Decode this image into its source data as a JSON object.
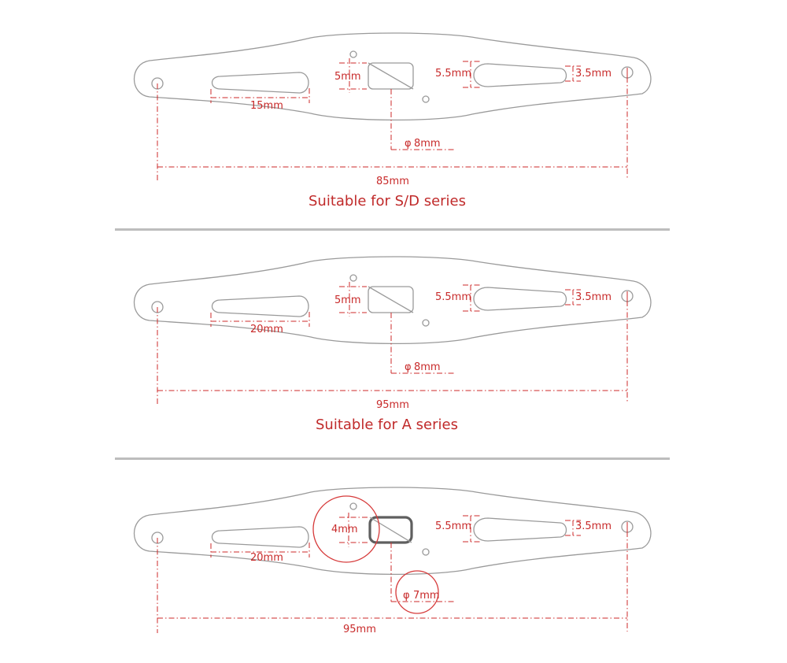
{
  "panels": [
    {
      "slot_label": "15mm",
      "length_label": "85mm",
      "hole_label": "8mm",
      "hole_prefix": "φ",
      "caption": "Suitable for S/D series",
      "square_label": "5mm",
      "slot_height_label": "5.5mm",
      "slot_end_label": "3.5mm"
    },
    {
      "slot_label": "20mm",
      "length_label": "95mm",
      "hole_label": "8mm",
      "hole_prefix": "φ",
      "caption": "Suitable for A series",
      "square_label": "5mm",
      "slot_height_label": "5.5mm",
      "slot_end_label": "3.5mm"
    },
    {
      "slot_label": "20mm",
      "length_label": "95mm",
      "hole_label": "7mm",
      "hole_prefix": "φ",
      "caption": "",
      "square_label": "4mm",
      "slot_height_label": "5.5mm",
      "slot_end_label": "3.5mm"
    }
  ],
  "colors": {
    "annotation": "#cc2a2a",
    "outline": "#9a9a9a",
    "divider": "#bdbdbd"
  }
}
